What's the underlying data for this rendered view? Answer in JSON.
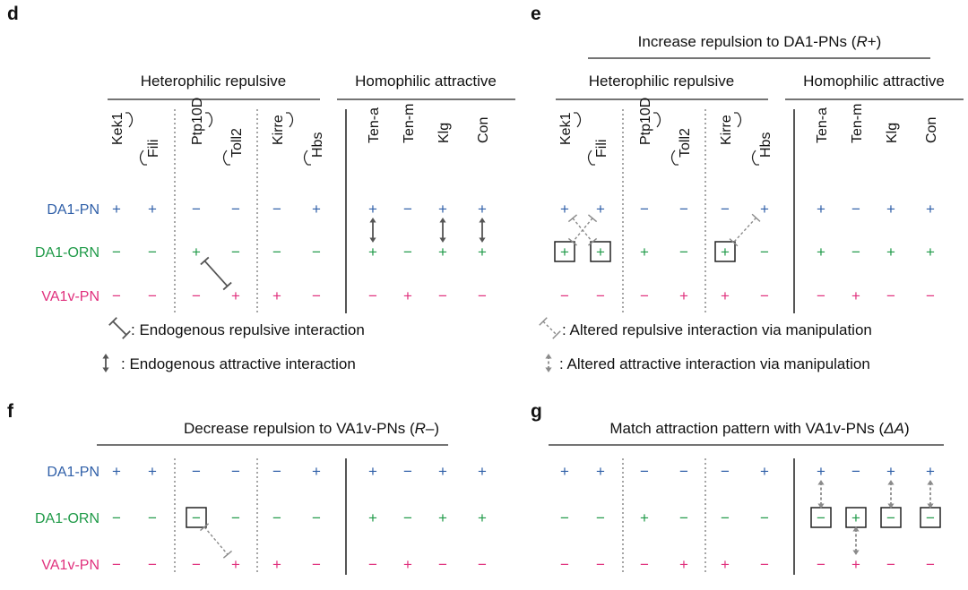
{
  "colors": {
    "pn": "#2f5fa8",
    "orn": "#1f9a48",
    "va": "#e0307d",
    "text": "#111111",
    "gray": "#6e6e6e"
  },
  "row_labels": [
    "DA1-PN",
    "DA1-ORN",
    "VA1v-PN"
  ],
  "groups": {
    "hetero": "Heterophilic repulsive",
    "homo": "Homophilic attractive"
  },
  "genes": [
    "Kek1",
    "Fili",
    "Ptp10D",
    "Toll2",
    "Kirre",
    "Hbs",
    "Ten-a",
    "Ten-m",
    "Klg",
    "Con"
  ],
  "legend": {
    "endo_rep": ": Endogenous repulsive interaction",
    "endo_att": ": Endogenous attractive interaction",
    "alt_rep": ": Altered repulsive interaction via manipulation",
    "alt_att": ": Altered attractive interaction via manipulation"
  },
  "panels": [
    {
      "id": "d",
      "label": "d",
      "title_pre": "",
      "title_it": "",
      "title_post": "",
      "show_header": true,
      "rows": [
        [
          "+",
          "+",
          "−",
          "−",
          "−",
          "+",
          "+",
          "−",
          "+",
          "+"
        ],
        [
          "−",
          "−",
          "+",
          "−",
          "−",
          "−",
          "+",
          "−",
          "+",
          "+"
        ],
        [
          "−",
          "−",
          "−",
          "+",
          "+",
          "−",
          "−",
          "+",
          "−",
          "−"
        ]
      ],
      "boxed": [],
      "interactions": [
        {
          "kind": "endo-rep",
          "col_a": 2,
          "row_a": 1,
          "col_b": 3,
          "row_b": 2
        },
        {
          "kind": "endo-att",
          "col_a": 6,
          "row_a": 0,
          "col_b": 6,
          "row_b": 1
        },
        {
          "kind": "endo-att",
          "col_a": 8,
          "row_a": 0,
          "col_b": 8,
          "row_b": 1
        },
        {
          "kind": "endo-att",
          "col_a": 9,
          "row_a": 0,
          "col_b": 9,
          "row_b": 1
        }
      ]
    },
    {
      "id": "e",
      "label": "e",
      "title_pre": "Increase repulsion to DA1-PNs (",
      "title_it": "R",
      "title_post": "+)",
      "show_header": true,
      "rows": [
        [
          "+",
          "+",
          "−",
          "−",
          "−",
          "+",
          "+",
          "−",
          "+",
          "+"
        ],
        [
          "+",
          "+",
          "+",
          "−",
          "+",
          "−",
          "+",
          "−",
          "+",
          "+"
        ],
        [
          "−",
          "−",
          "−",
          "+",
          "+",
          "−",
          "−",
          "+",
          "−",
          "−"
        ]
      ],
      "boxed": [
        [
          1,
          0
        ],
        [
          1,
          1
        ],
        [
          1,
          4
        ]
      ],
      "interactions": [
        {
          "kind": "alt-rep",
          "col_a": 0,
          "row_a": 0,
          "col_b": 1,
          "row_b": 1
        },
        {
          "kind": "alt-rep",
          "col_a": 1,
          "row_a": 0,
          "col_b": 0,
          "row_b": 1
        },
        {
          "kind": "alt-rep",
          "col_a": 5,
          "row_a": 0,
          "col_b": 4,
          "row_b": 1
        }
      ]
    },
    {
      "id": "f",
      "label": "f",
      "title_pre": "Decrease repulsion to VA1v-PNs (",
      "title_it": "R",
      "title_post": "–)",
      "show_header": false,
      "rows": [
        [
          "+",
          "+",
          "−",
          "−",
          "−",
          "+",
          "+",
          "−",
          "+",
          "+"
        ],
        [
          "−",
          "−",
          "−",
          "−",
          "−",
          "−",
          "+",
          "−",
          "+",
          "+"
        ],
        [
          "−",
          "−",
          "−",
          "+",
          "+",
          "−",
          "−",
          "+",
          "−",
          "−"
        ]
      ],
      "boxed": [
        [
          1,
          2
        ]
      ],
      "interactions": [
        {
          "kind": "alt-rep",
          "col_a": 2,
          "row_a": 1,
          "col_b": 3,
          "row_b": 2
        }
      ]
    },
    {
      "id": "g",
      "label": "g",
      "title_pre": "Match attraction pattern with VA1v-PNs (",
      "title_it": "ΔA",
      "title_post": ")",
      "show_header": false,
      "rows": [
        [
          "+",
          "+",
          "−",
          "−",
          "−",
          "+",
          "+",
          "−",
          "+",
          "+"
        ],
        [
          "−",
          "−",
          "+",
          "−",
          "−",
          "−",
          "−",
          "+",
          "−",
          "−"
        ],
        [
          "−",
          "−",
          "−",
          "+",
          "+",
          "−",
          "−",
          "+",
          "−",
          "−"
        ]
      ],
      "boxed": [
        [
          1,
          6
        ],
        [
          1,
          7
        ],
        [
          1,
          8
        ],
        [
          1,
          9
        ]
      ],
      "interactions": [
        {
          "kind": "alt-att",
          "col_a": 6,
          "row_a": 0,
          "col_b": 6,
          "row_b": 1
        },
        {
          "kind": "alt-att",
          "col_a": 8,
          "row_a": 0,
          "col_b": 8,
          "row_b": 1
        },
        {
          "kind": "alt-att",
          "col_a": 9,
          "row_a": 0,
          "col_b": 9,
          "row_b": 1
        },
        {
          "kind": "alt-att",
          "col_a": 7,
          "row_a": 1,
          "col_b": 7,
          "row_b": 2
        }
      ]
    }
  ]
}
